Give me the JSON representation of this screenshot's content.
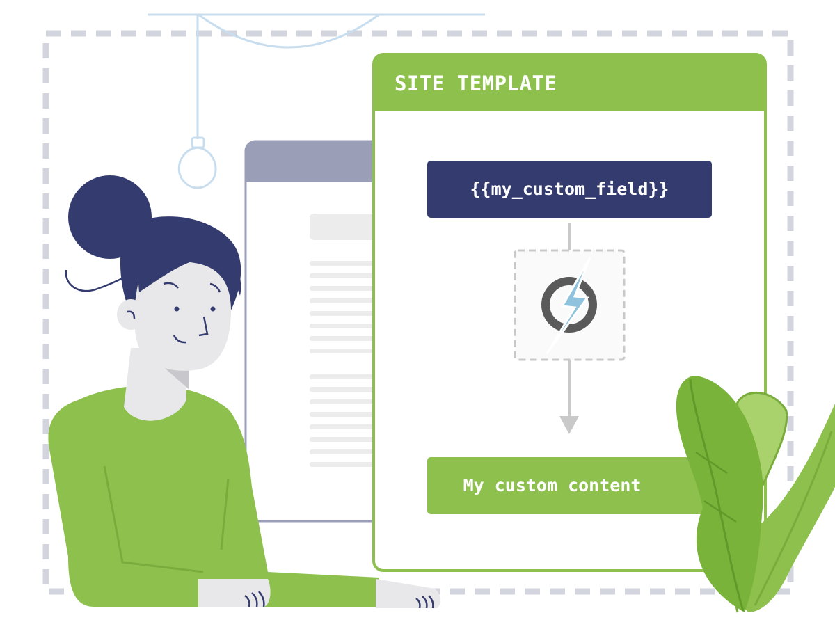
{
  "template_panel": {
    "title": "SITE TEMPLATE"
  },
  "merge_field": {
    "label": "{{my_custom_field}}"
  },
  "output": {
    "label": "My custom content"
  },
  "colors": {
    "green": "#8dc04d",
    "navy": "#343b6e",
    "dashed_border": "#d2d5de",
    "browser_header": "#9a9eb7",
    "arrow": "#c9c9c9",
    "logo_gray": "#5a5a5a",
    "bolt_blue": "#8fc2dc",
    "skin": "#e8e8ea",
    "lamp_blue": "#c8deef"
  },
  "icons": [
    "lightbulb-icon",
    "plugin-logo-icon",
    "down-arrow-icon",
    "plant-icon"
  ]
}
